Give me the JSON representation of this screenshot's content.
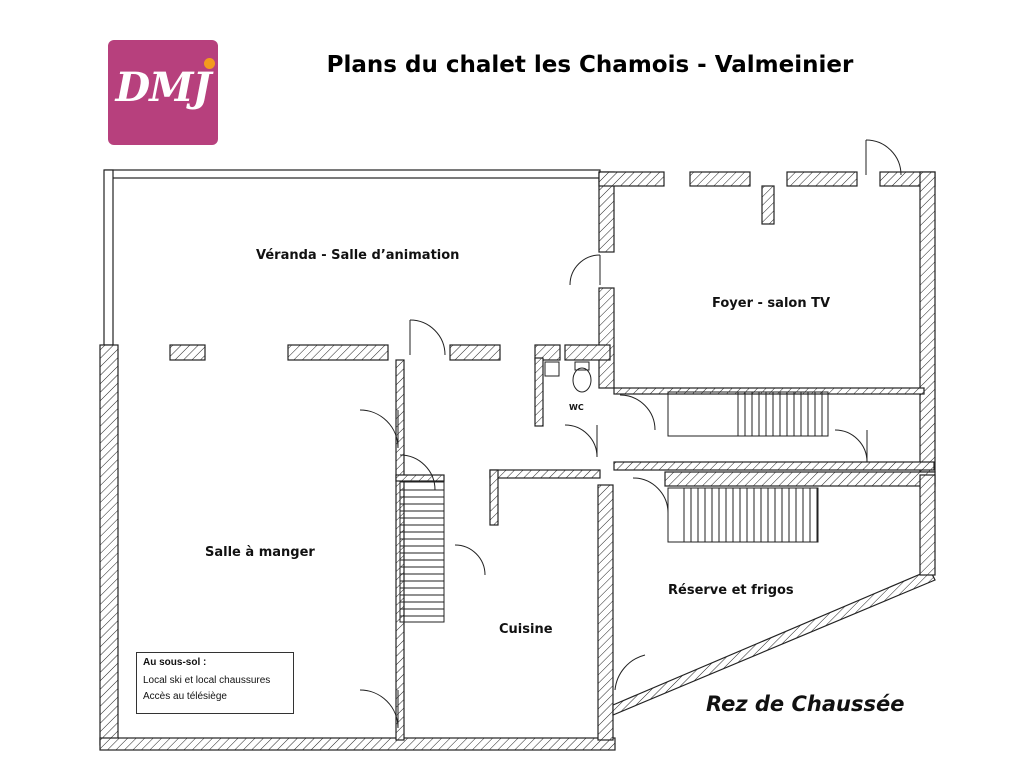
{
  "title": "Plans du chalet les Chamois - Valmeinier",
  "logo": {
    "text": "DMJ",
    "color": "#b7407d",
    "dot_color": "#f39a1e"
  },
  "rooms": {
    "veranda": "Véranda - Salle d’animation",
    "foyer": "Foyer - salon TV",
    "wc": "WC",
    "salle": "Salle à manger",
    "cuisine": "Cuisine",
    "reserve": "Réserve et frigos"
  },
  "floor_label": "Rez de Chaussée",
  "note": {
    "heading": "Au sous-sol :",
    "lines": [
      "Local ski et local chaussures",
      "Accès au télésiège"
    ]
  }
}
